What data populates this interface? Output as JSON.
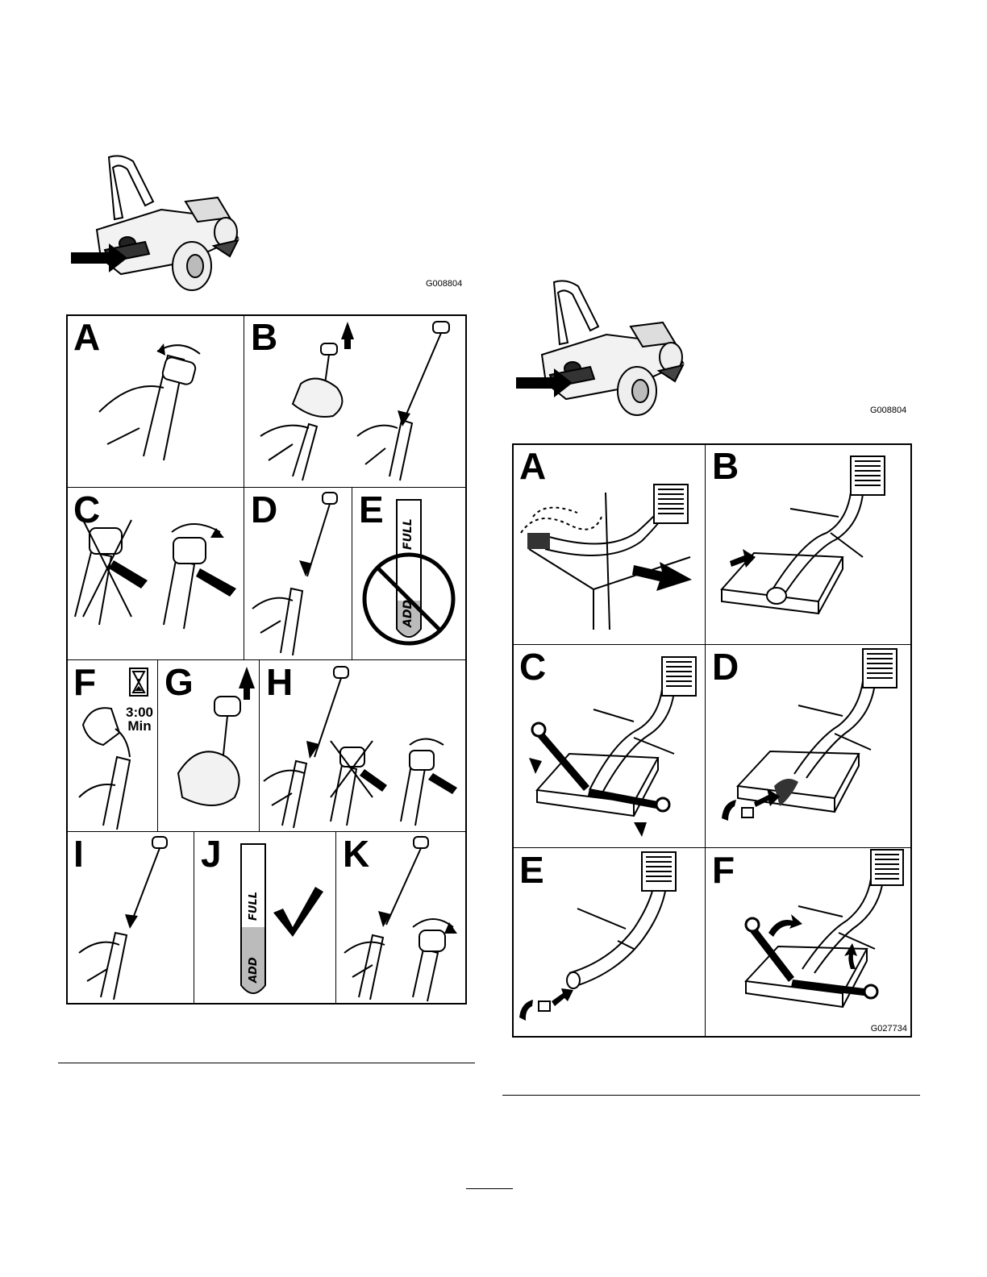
{
  "left": {
    "overview_code": "G008804",
    "panels": [
      "A",
      "B",
      "C",
      "D",
      "E",
      "F",
      "G",
      "H",
      "I",
      "J",
      "K"
    ],
    "timer": {
      "time": "3:00",
      "unit": "Min"
    },
    "dipstick_marks": {
      "add": "ADD",
      "full": "FULL"
    }
  },
  "right": {
    "overview_code": "G008804",
    "panels": [
      "A",
      "B",
      "C",
      "D",
      "E",
      "F"
    ],
    "grid_code": "G027734"
  }
}
